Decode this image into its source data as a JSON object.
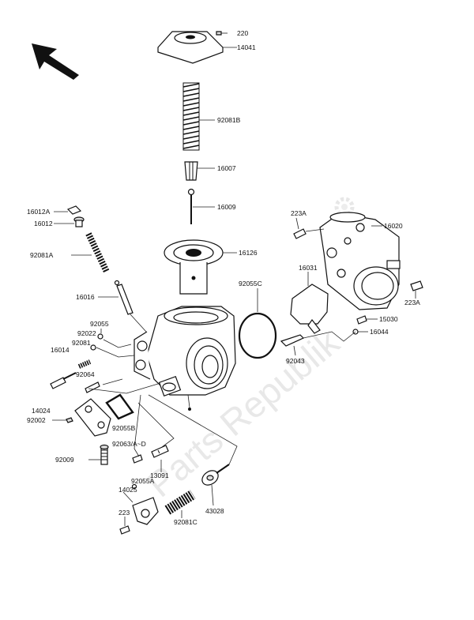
{
  "diagram": {
    "watermark": "Parts Republik",
    "labels": {
      "p220": "220",
      "p14041": "14041",
      "p92081B": "92081B",
      "p16007": "16007",
      "p16009": "16009",
      "p16012A": "16012A",
      "p16012": "16012",
      "p92081A": "92081A",
      "p16126": "16126",
      "p16016": "16016",
      "p92055": "92055",
      "p92022": "92022",
      "p92081": "92081",
      "p16014": "16014",
      "p92064": "92064",
      "p14024": "14024",
      "p92002": "92002",
      "p92055B": "92055B",
      "p92063": "92063/A~D",
      "p92009": "92009",
      "p13091": "13091",
      "p92055A": "92055A",
      "p14025": "14025",
      "p223": "223",
      "p92081C": "92081C",
      "p43028": "43028",
      "p223A_1": "223A",
      "p16020": "16020",
      "p92055C": "92055C",
      "p16031": "16031",
      "p223A_2": "223A",
      "p15030": "15030",
      "p16044": "16044",
      "p92043": "92043"
    }
  }
}
